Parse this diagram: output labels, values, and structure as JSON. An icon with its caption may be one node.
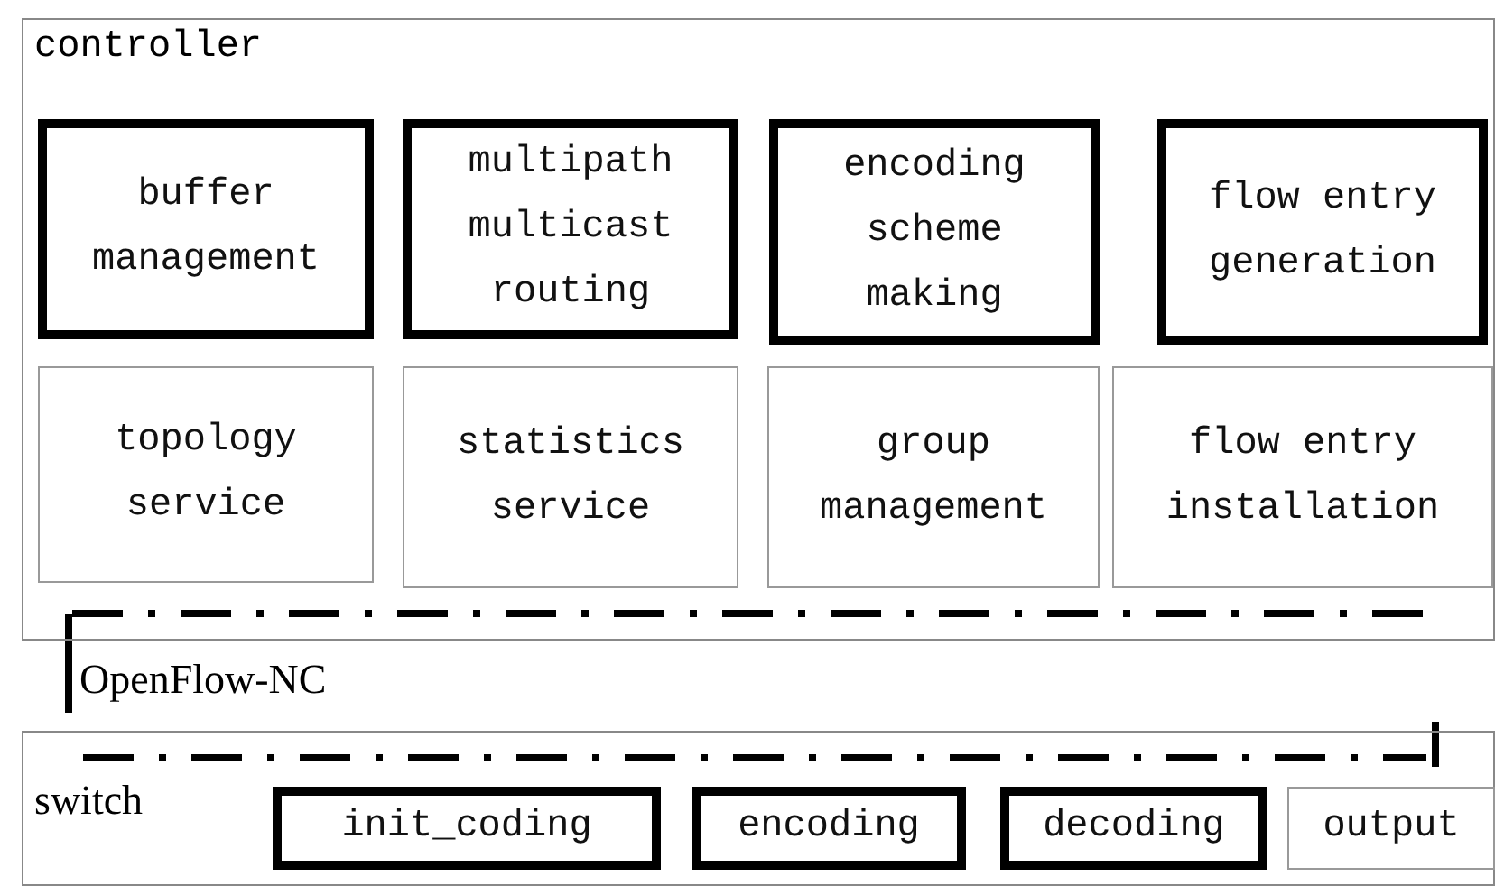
{
  "diagram": {
    "nodes": [
      {
        "text": [
          "controller"
        ]
      },
      {
        "text": [
          "buffer management"
        ],
        "in": 0
      },
      {
        "text": [
          "multipath multicast routing"
        ],
        "in": 0
      },
      {
        "text": [
          "encoding scheme making"
        ],
        "in": 0
      },
      {
        "text": [
          "flow entry generation"
        ],
        "in": 0
      },
      {
        "text": [
          "topology service"
        ],
        "in": 0
      },
      {
        "text": [
          "statistics service"
        ],
        "in": 0
      },
      {
        "text": [
          "group management"
        ],
        "in": 0
      },
      {
        "text": [
          "flow entry installation"
        ],
        "in": 0
      },
      {
        "text": [
          "OpenFlow-NC"
        ]
      },
      {
        "text": [
          "switch"
        ]
      },
      {
        "text": [
          "init_coding"
        ],
        "in": 10
      },
      {
        "text": [
          "encoding"
        ],
        "in": 10
      },
      {
        "text": [
          "decoding"
        ],
        "in": 10
      },
      {
        "text": [
          "output"
        ],
        "in": 10
      }
    ]
  }
}
